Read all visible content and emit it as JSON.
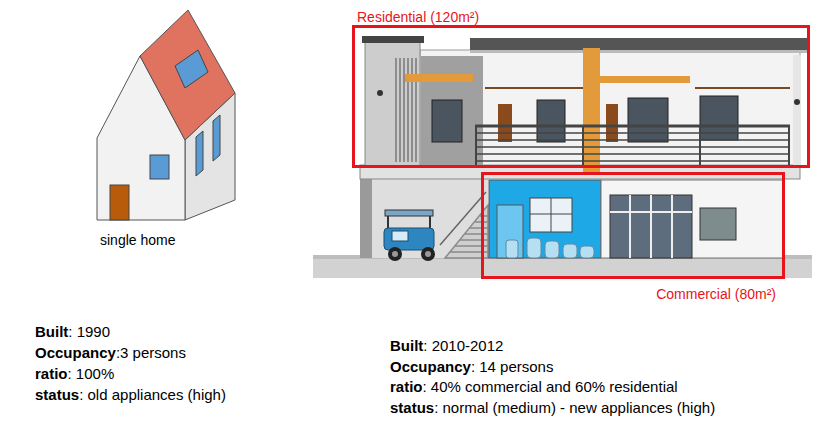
{
  "diagram": {
    "nodes": [
      {
        "text": [
          "Residential (120m²)"
        ]
      },
      {
        "text": [
          "Commercial (80m²)"
        ]
      }
    ],
    "labels": [
      "single home",
      "Built",
      ": 1990",
      "Occupancy",
      ":3 persons",
      "ratio",
      ": 100%",
      "status",
      ": old appliances (high)",
      "Built",
      ": 2010-2012",
      "Occupancy",
      ": 14 persons",
      "ratio",
      ": 40% commercial and 60% residential",
      "status",
      ": normal (medium) - new appliances (high)"
    ]
  }
}
